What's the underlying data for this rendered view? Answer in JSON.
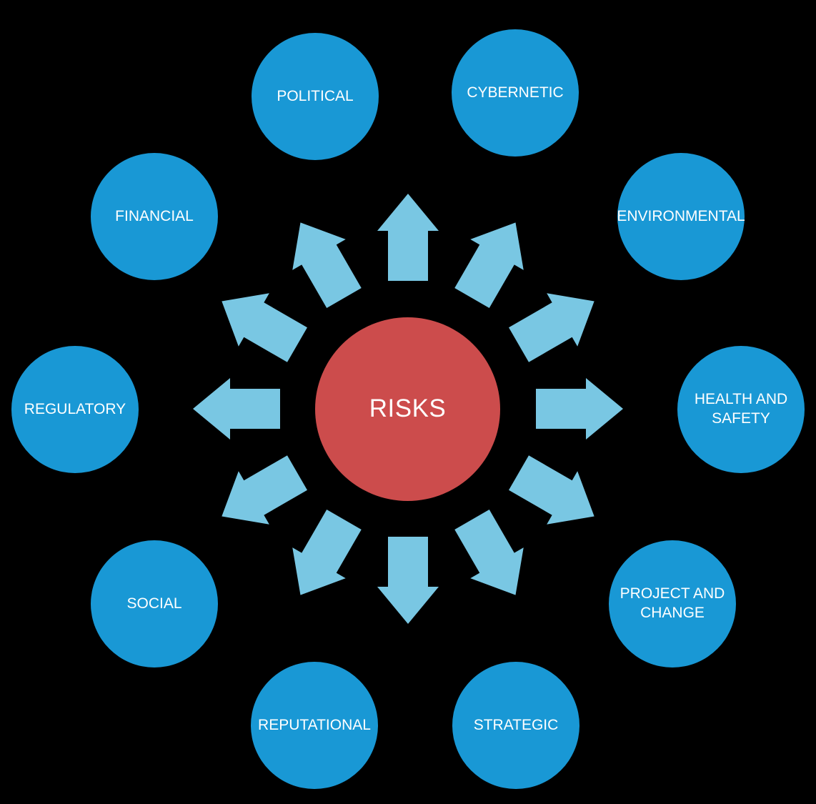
{
  "diagram": {
    "title": "RISKS",
    "type": "radial-hub-and-spoke",
    "colors": {
      "background": "#000000",
      "center_fill": "#CC4C4C",
      "node_fill": "#1998D5",
      "arrow_fill": "#79C7E3",
      "label_text": "#FFFFFF"
    },
    "center": {
      "label": "RISKS",
      "icon": "center-hub-circle"
    },
    "arrows": {
      "count": 12,
      "icon": "arrow-outward-icon",
      "angles_deg": [
        0,
        30,
        60,
        90,
        120,
        150,
        180,
        210,
        240,
        270,
        300,
        330
      ]
    },
    "nodes": [
      {
        "id": "political",
        "label": "POLITICAL",
        "lines": [
          "POLITICAL"
        ]
      },
      {
        "id": "cybernetic",
        "label": "CYBERNETIC",
        "lines": [
          "CYBERNETIC"
        ]
      },
      {
        "id": "environmental",
        "label": "ENVIRONMENTAL",
        "lines": [
          "ENVIRONMENTAL"
        ]
      },
      {
        "id": "health",
        "label": "HEALTH AND SAFETY",
        "lines": [
          "HEALTH AND",
          "SAFETY"
        ]
      },
      {
        "id": "project",
        "label": "PROJECT AND CHANGE",
        "lines": [
          "PROJECT AND",
          "CHANGE"
        ]
      },
      {
        "id": "strategic",
        "label": "STRATEGIC",
        "lines": [
          "STRATEGIC"
        ]
      },
      {
        "id": "reputational",
        "label": "REPUTATIONAL",
        "lines": [
          "REPUTATIONAL"
        ]
      },
      {
        "id": "social",
        "label": "SOCIAL",
        "lines": [
          "SOCIAL"
        ]
      },
      {
        "id": "regulatory",
        "label": "REGULATORY",
        "lines": [
          "REGULATORY"
        ]
      },
      {
        "id": "financial",
        "label": "FINANCIAL",
        "lines": [
          "FINANCIAL"
        ]
      }
    ]
  }
}
